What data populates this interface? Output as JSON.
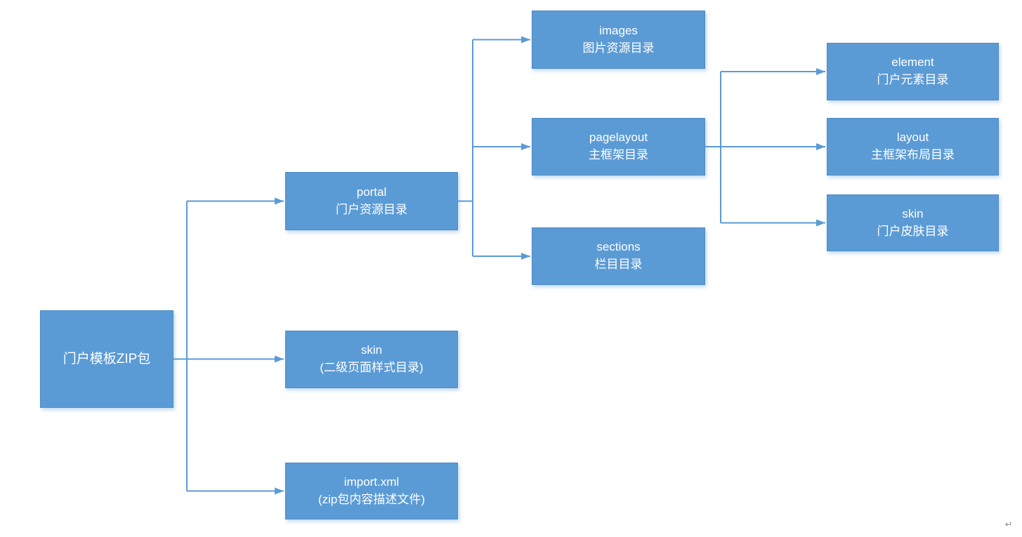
{
  "colors": {
    "box_fill": "#5b9bd5",
    "box_border": "#4e8ac6",
    "connector": "#5b9bd5",
    "node_text": "#ffffff",
    "mark": "#8a8a8a"
  },
  "nodes": {
    "root": {
      "title": "门户模板ZIP包",
      "subtitle": ""
    },
    "portal": {
      "title": "portal",
      "subtitle": "门户资源目录"
    },
    "skin2": {
      "title": "skin",
      "subtitle": "(二级页面样式目录)"
    },
    "importxml": {
      "title": "import.xml",
      "subtitle": "(zip包内容描述文件)"
    },
    "images": {
      "title": "images",
      "subtitle": "图片资源目录"
    },
    "pagelayout": {
      "title": "pagelayout",
      "subtitle": "主框架目录"
    },
    "sections": {
      "title": "sections",
      "subtitle": "栏目目录"
    },
    "element": {
      "title": "element",
      "subtitle": "门户元素目录"
    },
    "layout": {
      "title": "layout",
      "subtitle": "主框架布局目录"
    },
    "skin1": {
      "title": "skin",
      "subtitle": "门户皮肤目录"
    }
  },
  "edges": [
    {
      "from": "root",
      "to": "portal"
    },
    {
      "from": "root",
      "to": "skin2"
    },
    {
      "from": "root",
      "to": "importxml"
    },
    {
      "from": "portal",
      "to": "images"
    },
    {
      "from": "portal",
      "to": "pagelayout"
    },
    {
      "from": "portal",
      "to": "sections"
    },
    {
      "from": "pagelayout",
      "to": "element"
    },
    {
      "from": "pagelayout",
      "to": "layout"
    },
    {
      "from": "pagelayout",
      "to": "skin1"
    }
  ],
  "stray_mark": "↵"
}
